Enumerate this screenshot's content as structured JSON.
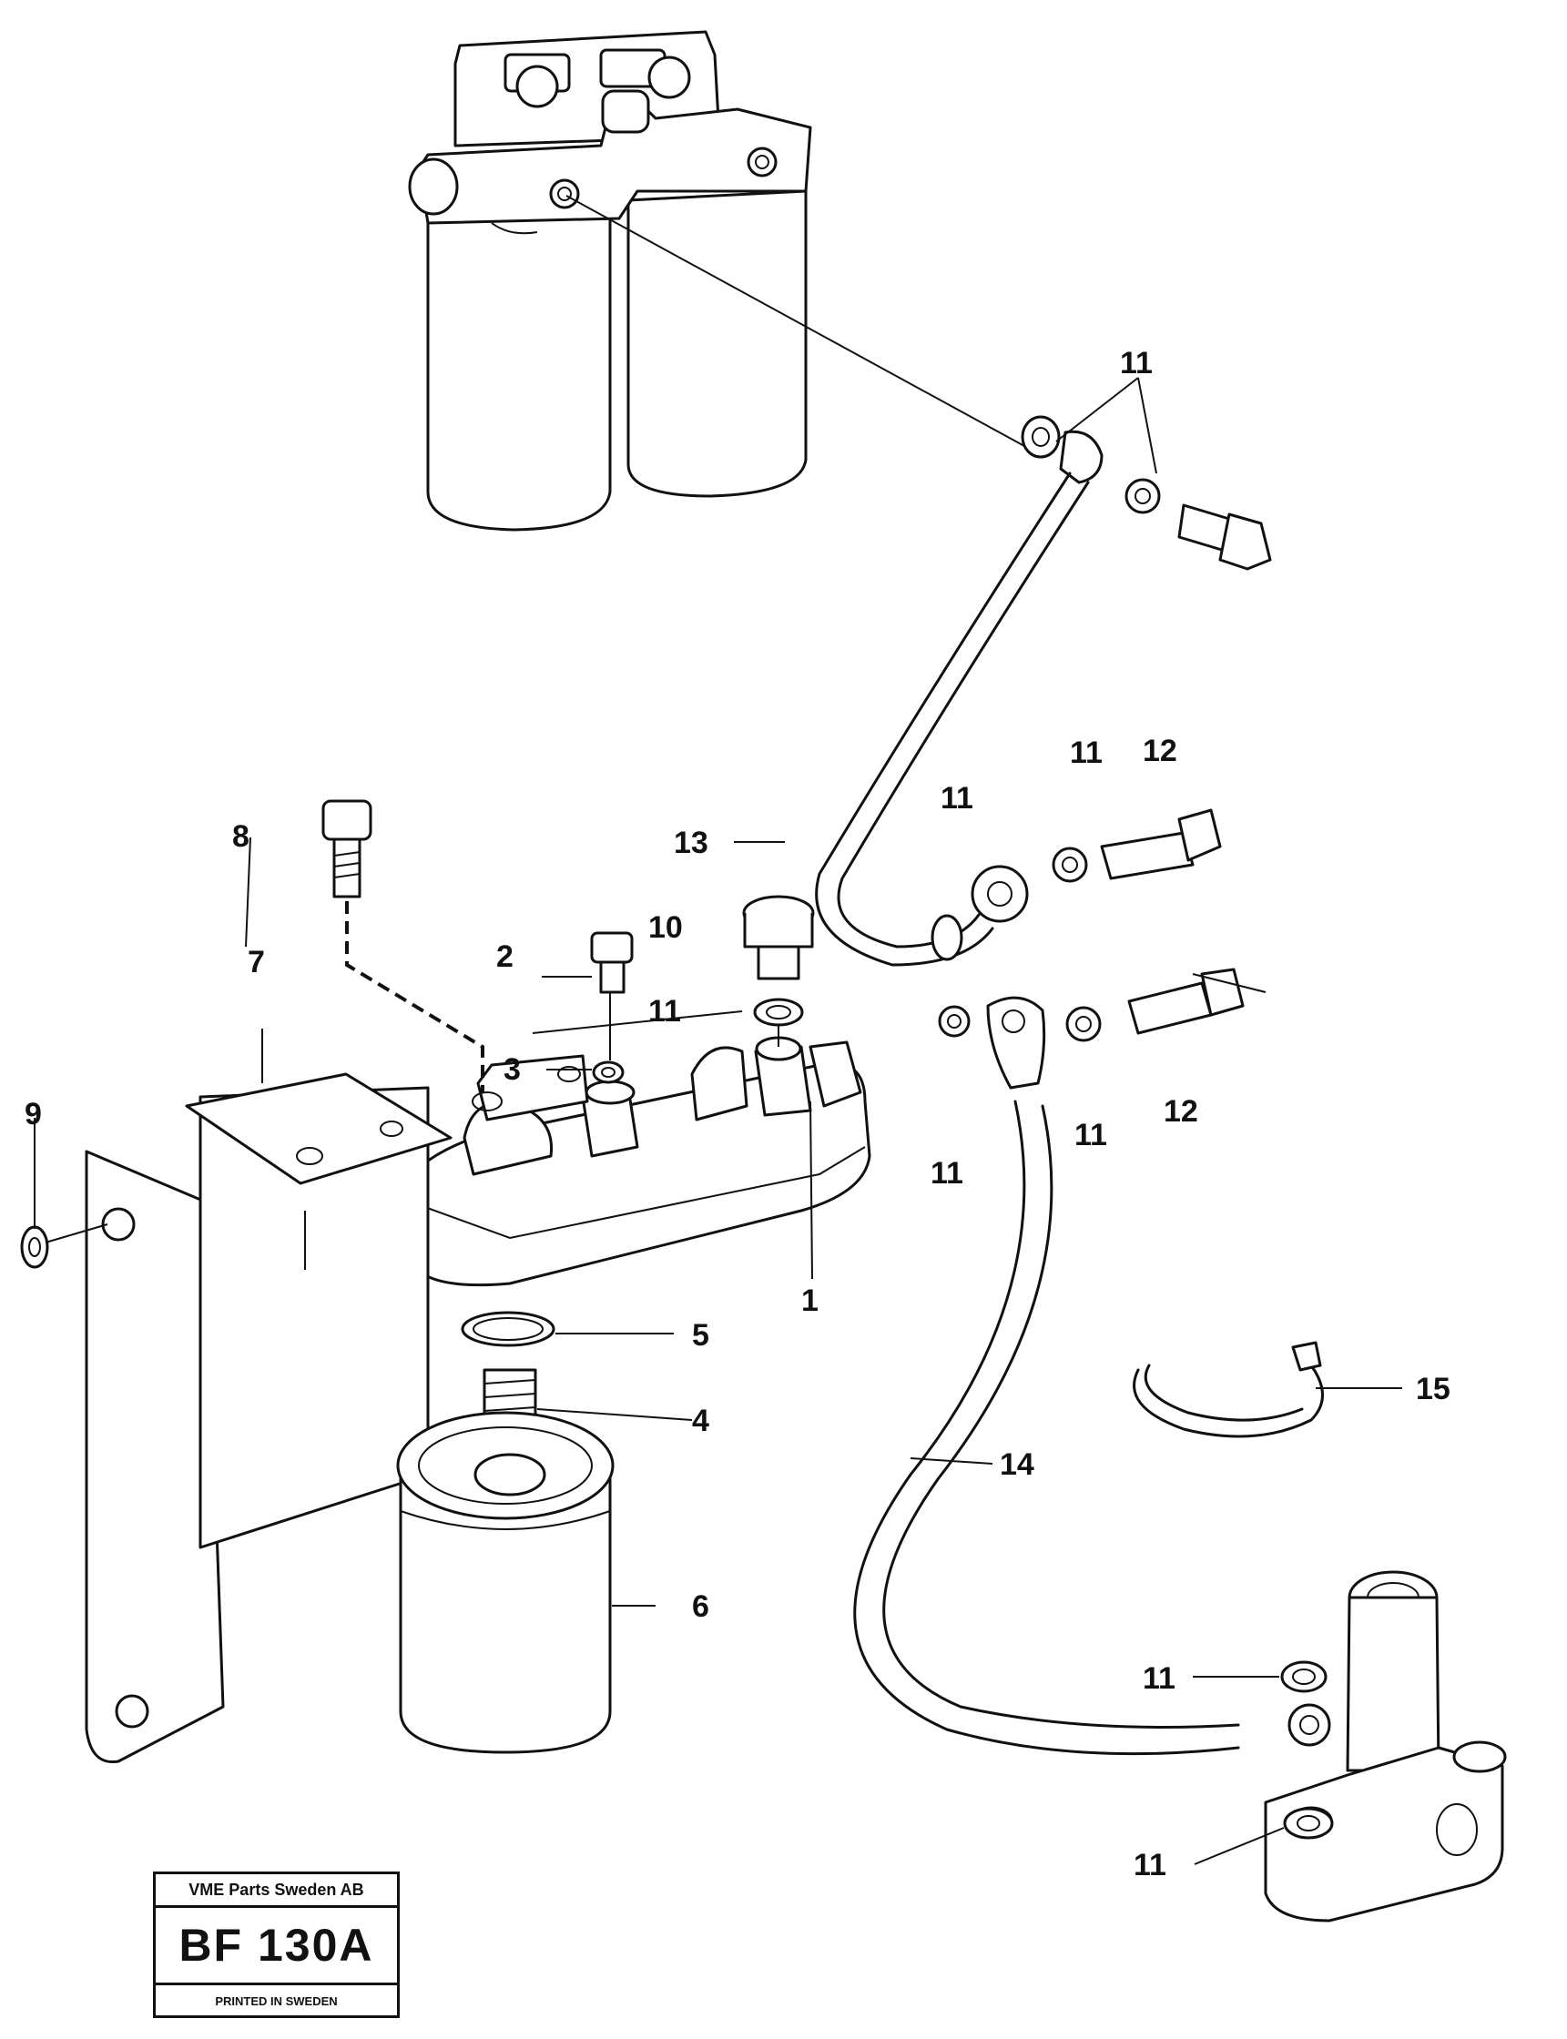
{
  "callouts": [
    {
      "id": "c11a",
      "text": "11"
    },
    {
      "id": "c11b",
      "text": "11"
    },
    {
      "id": "c11c",
      "text": "11"
    },
    {
      "id": "c12a",
      "text": "12"
    },
    {
      "id": "c13",
      "text": "13"
    },
    {
      "id": "c8",
      "text": "8"
    },
    {
      "id": "c10",
      "text": "10"
    },
    {
      "id": "c2",
      "text": "2"
    },
    {
      "id": "c7",
      "text": "7"
    },
    {
      "id": "c11d",
      "text": "11"
    },
    {
      "id": "c3",
      "text": "3"
    },
    {
      "id": "c12b",
      "text": "12"
    },
    {
      "id": "c9",
      "text": "9"
    },
    {
      "id": "c11e",
      "text": "11"
    },
    {
      "id": "c11f",
      "text": "11"
    },
    {
      "id": "c1",
      "text": "1"
    },
    {
      "id": "c5",
      "text": "5"
    },
    {
      "id": "c15",
      "text": "15"
    },
    {
      "id": "c4",
      "text": "4"
    },
    {
      "id": "c14",
      "text": "14"
    },
    {
      "id": "c6",
      "text": "6"
    },
    {
      "id": "c11g",
      "text": "11"
    },
    {
      "id": "c11h",
      "text": "11"
    }
  ],
  "stamp": {
    "company": "VME Parts Sweden AB",
    "code": "BF 130A",
    "printed": "PRINTED IN SWEDEN"
  }
}
